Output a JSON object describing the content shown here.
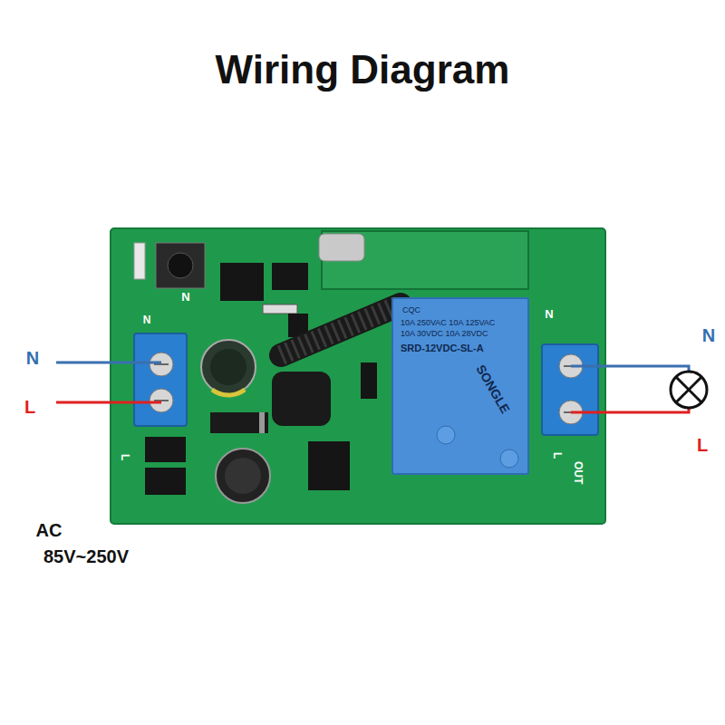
{
  "diagram": {
    "title": "Wiring Diagram",
    "nodes": [
      {
        "text": [
          "CQC",
          "10A 250VAC 10A 125VAC",
          "10A 30VDC 10A 28VDC",
          "SRD-12VDC-SL-A",
          "SONGLE"
        ]
      }
    ],
    "labels": [
      "N",
      "L",
      "N",
      "L",
      "AC",
      "85V~250V",
      "N",
      "N",
      "N",
      "L",
      "L",
      "OUT"
    ]
  }
}
